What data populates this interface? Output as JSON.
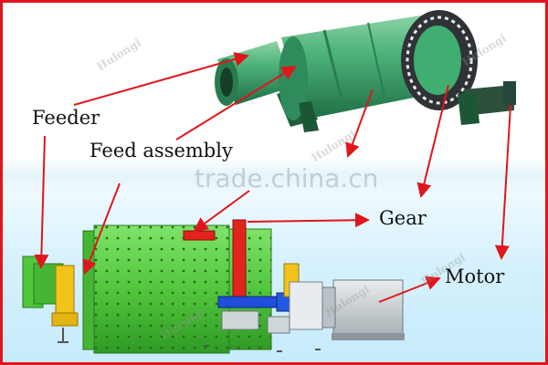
{
  "labels": {
    "feeder": "Feeder",
    "feed_assembly": "Feed assembly",
    "gear": "Gear",
    "motor": "Motor"
  },
  "watermarks": {
    "site": "trade.china.cn",
    "brand": "Hulongi"
  },
  "colors": {
    "frame": "#e0161c",
    "arrow": "#e0161c",
    "mill_body": "#3aa26e",
    "drum_body": "#5ed14a",
    "motor_body": "#cdd3d6",
    "yellow_part": "#f2c31a",
    "shaft": "#1f4fd8"
  }
}
